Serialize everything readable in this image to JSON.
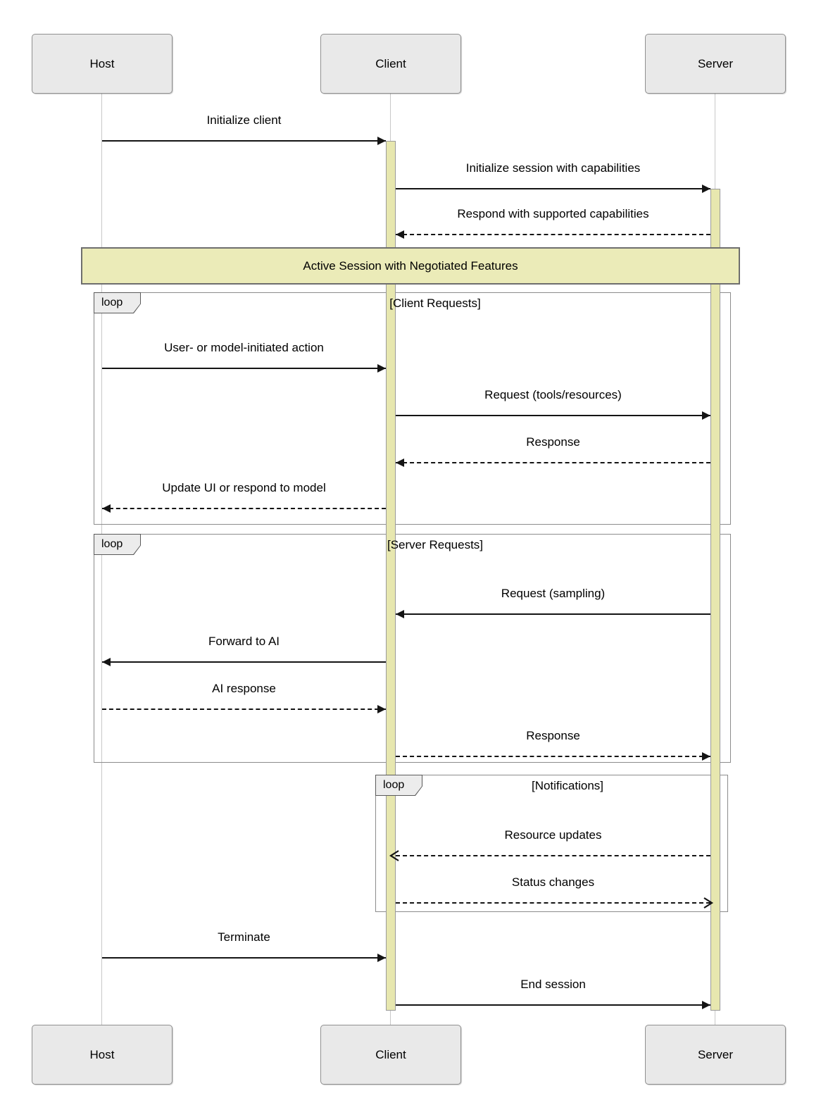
{
  "diagram": {
    "kind": "sequence-diagram",
    "actors": [
      {
        "name": "Host"
      },
      {
        "name": "Client"
      },
      {
        "name": "Server"
      }
    ],
    "note": {
      "text": "Active Session with Negotiated Features"
    },
    "loops": [
      {
        "label": "loop",
        "condition": "[Client Requests]"
      },
      {
        "label": "loop",
        "condition": "[Server Requests]"
      },
      {
        "label": "loop",
        "condition": "[Notifications]"
      }
    ],
    "messages": [
      {
        "label": "Initialize client",
        "from": "Host",
        "to": "Client",
        "line": "solid",
        "head": "filled"
      },
      {
        "label": "Initialize session with capabilities",
        "from": "Client",
        "to": "Server",
        "line": "solid",
        "head": "filled"
      },
      {
        "label": "Respond with supported capabilities",
        "from": "Server",
        "to": "Client",
        "line": "dashed",
        "head": "filled"
      },
      {
        "label": "User- or model-initiated action",
        "from": "Host",
        "to": "Client",
        "line": "solid",
        "head": "filled"
      },
      {
        "label": "Request (tools/resources)",
        "from": "Client",
        "to": "Server",
        "line": "solid",
        "head": "filled"
      },
      {
        "label": "Response",
        "from": "Server",
        "to": "Client",
        "line": "dashed",
        "head": "filled"
      },
      {
        "label": "Update UI or respond to model",
        "from": "Client",
        "to": "Host",
        "line": "dashed",
        "head": "filled"
      },
      {
        "label": "Request (sampling)",
        "from": "Server",
        "to": "Client",
        "line": "solid",
        "head": "filled"
      },
      {
        "label": "Forward to AI",
        "from": "Client",
        "to": "Host",
        "line": "solid",
        "head": "filled"
      },
      {
        "label": "AI response",
        "from": "Host",
        "to": "Client",
        "line": "dashed",
        "head": "filled"
      },
      {
        "label": "Response",
        "from": "Client",
        "to": "Server",
        "line": "dashed",
        "head": "filled"
      },
      {
        "label": "Resource updates",
        "from": "Server",
        "to": "Client",
        "line": "dashed",
        "head": "open"
      },
      {
        "label": "Status changes",
        "from": "Client",
        "to": "Server",
        "line": "dashed",
        "head": "open"
      },
      {
        "label": "Terminate",
        "from": "Host",
        "to": "Client",
        "line": "solid",
        "head": "filled"
      },
      {
        "label": "End session",
        "from": "Client",
        "to": "Server",
        "line": "solid",
        "head": "filled"
      }
    ],
    "colors": {
      "actor_fill": "#e9e9e9",
      "actor_border": "#8f8f8f",
      "lifeline": "#c8c8c8",
      "activation_fill": "#e7e7af",
      "activation_border": "#9a9a9a",
      "note_fill": "#ebebb8",
      "note_border": "#6e6e6e",
      "loop_border": "#8c8c8c",
      "loop_label_fill": "#ececec",
      "message_color": "#141414"
    }
  }
}
